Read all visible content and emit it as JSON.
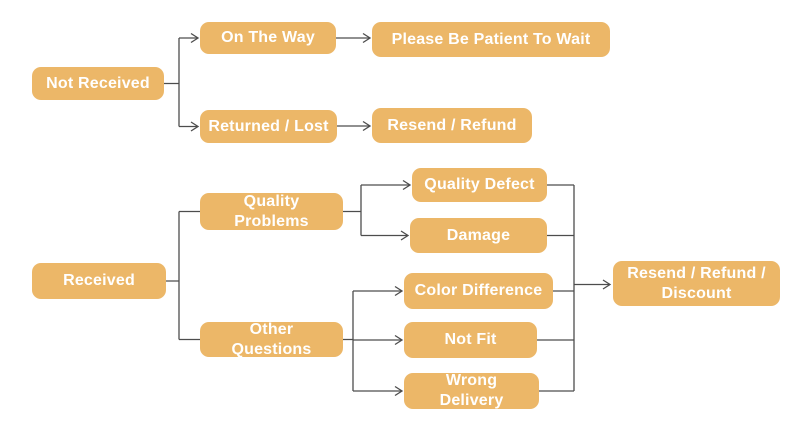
{
  "diagram": {
    "type": "flowchart",
    "background_color": "#FFFFFF",
    "node_fill_color": "#ECB768",
    "node_text_color": "#FFFFFF",
    "connector_color": "#4D4D4D",
    "nodes": {
      "not_received": "Not Received",
      "on_the_way": "On The Way",
      "please_wait": "Please Be Patient To Wait",
      "returned_lost": "Returned / Lost",
      "resend_refund": "Resend / Refund",
      "received": "Received",
      "quality_problems": "Quality Problems",
      "other_questions": "Other Questions",
      "quality_defect": "Quality Defect",
      "damage": "Damage",
      "color_difference": "Color Difference",
      "not_fit": "Not Fit",
      "wrong_delivery": "Wrong Delivery",
      "resend_refund_discount": "Resend / Refund / Discount"
    },
    "edges": [
      {
        "from": "not_received",
        "to": "on_the_way"
      },
      {
        "from": "not_received",
        "to": "returned_lost"
      },
      {
        "from": "on_the_way",
        "to": "please_wait"
      },
      {
        "from": "returned_lost",
        "to": "resend_refund"
      },
      {
        "from": "received",
        "to": "quality_problems"
      },
      {
        "from": "received",
        "to": "other_questions"
      },
      {
        "from": "quality_problems",
        "to": "quality_defect"
      },
      {
        "from": "quality_problems",
        "to": "damage"
      },
      {
        "from": "other_questions",
        "to": "color_difference"
      },
      {
        "from": "other_questions",
        "to": "not_fit"
      },
      {
        "from": "other_questions",
        "to": "wrong_delivery"
      },
      {
        "from": "quality_defect",
        "to": "resend_refund_discount"
      },
      {
        "from": "damage",
        "to": "resend_refund_discount"
      },
      {
        "from": "color_difference",
        "to": "resend_refund_discount"
      },
      {
        "from": "not_fit",
        "to": "resend_refund_discount"
      },
      {
        "from": "wrong_delivery",
        "to": "resend_refund_discount"
      }
    ]
  }
}
